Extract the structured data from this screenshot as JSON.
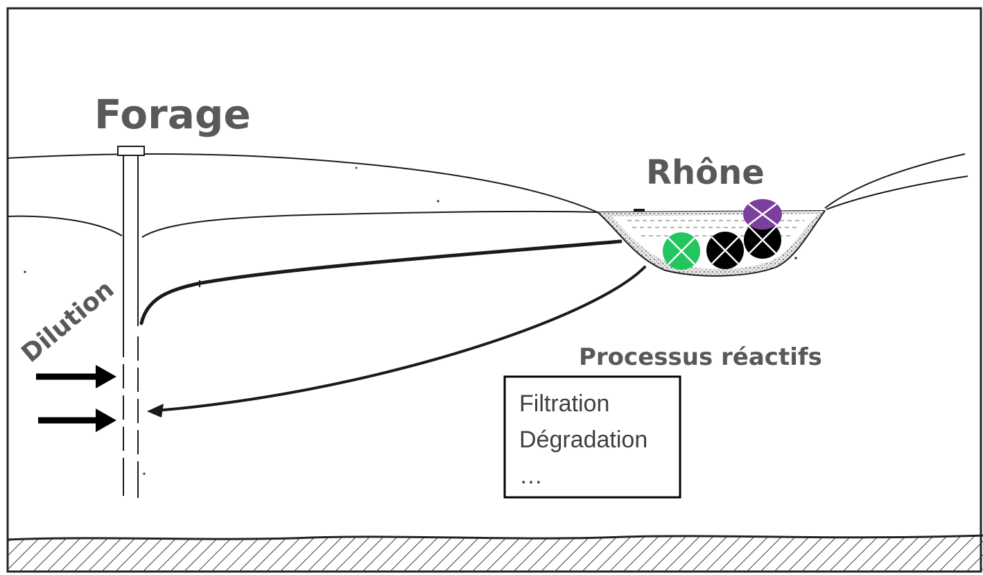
{
  "labels": {
    "well": "Forage",
    "river": "Rhône",
    "dilution": "Dilution",
    "reactive_processes": "Processus réactifs"
  },
  "process_box": {
    "lines": [
      "Filtration",
      "Dégradation",
      "…"
    ]
  },
  "particles": [
    {
      "color": "#22c55e",
      "cross": "#ffffff"
    },
    {
      "color": "#000000",
      "cross": "#ffffff"
    },
    {
      "color": "#000000",
      "cross": "#ffffff"
    },
    {
      "color": "#7b3f9e",
      "cross": "#ffffff"
    }
  ],
  "colors": {
    "label_gray": "#595959",
    "line": "#1a1a1a",
    "hatch": "#3a3a3a"
  }
}
